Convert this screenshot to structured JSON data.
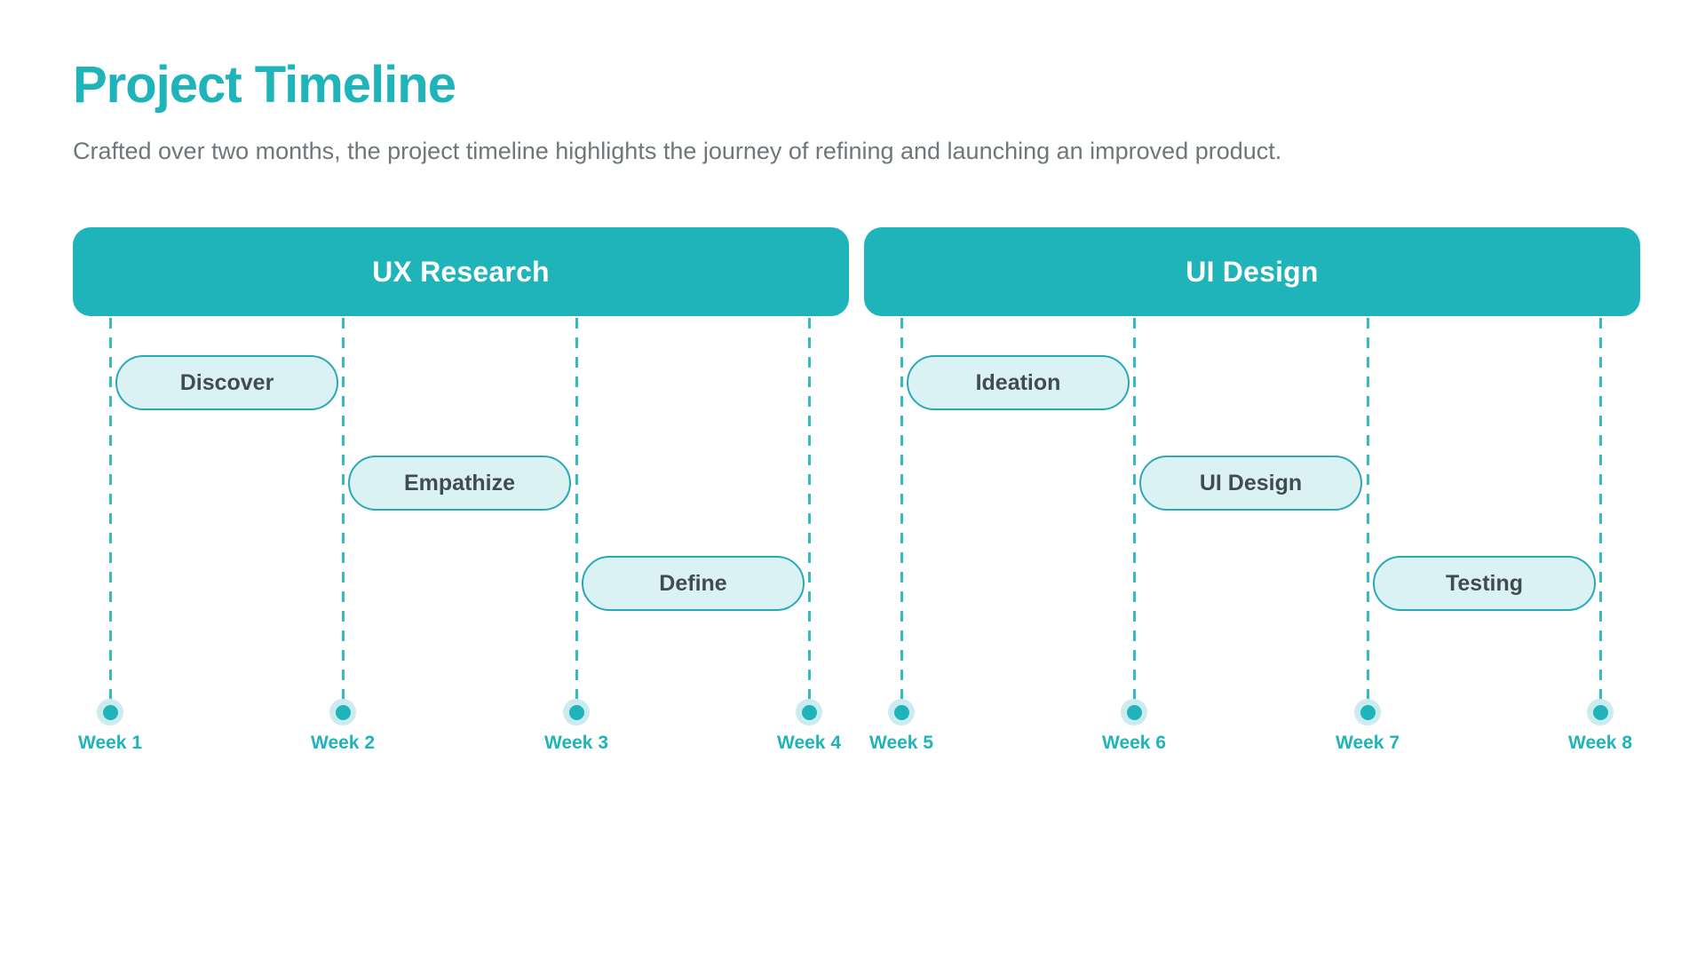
{
  "page": {
    "title": "Project Timeline",
    "subtitle": "Crafted over two months, the project timeline highlights the journey of refining and launching an improved product."
  },
  "colors": {
    "accent": "#1FB3BA",
    "accent-deep": "#29A9B5",
    "pill-bg": "#DBF2F5",
    "halo": "#CBEBEF",
    "text-dark": "#414C4F",
    "subtitle": "#6E7779",
    "header-text": "#FFFFFF",
    "page-bg": "#FFFFFF"
  },
  "phases": [
    {
      "label": "UX Research",
      "tasks": [
        {
          "label": "Discover",
          "start": "Week 1",
          "end": "Week 2",
          "row": 1
        },
        {
          "label": "Empathize",
          "start": "Week 2",
          "end": "Week 3",
          "row": 2
        },
        {
          "label": "Define",
          "start": "Week 3",
          "end": "Week 4",
          "row": 3
        }
      ],
      "weeks": [
        "Week 1",
        "Week 2",
        "Week 3",
        "Week 4"
      ]
    },
    {
      "label": "UI Design",
      "tasks": [
        {
          "label": "Ideation",
          "start": "Week 5",
          "end": "Week 6",
          "row": 1
        },
        {
          "label": "UI Design",
          "start": "Week 6",
          "end": "Week 7",
          "row": 2
        },
        {
          "label": "Testing",
          "start": "Week 7",
          "end": "Week 8",
          "row": 3
        }
      ],
      "weeks": [
        "Week 5",
        "Week 6",
        "Week 7",
        "Week 8"
      ]
    }
  ]
}
